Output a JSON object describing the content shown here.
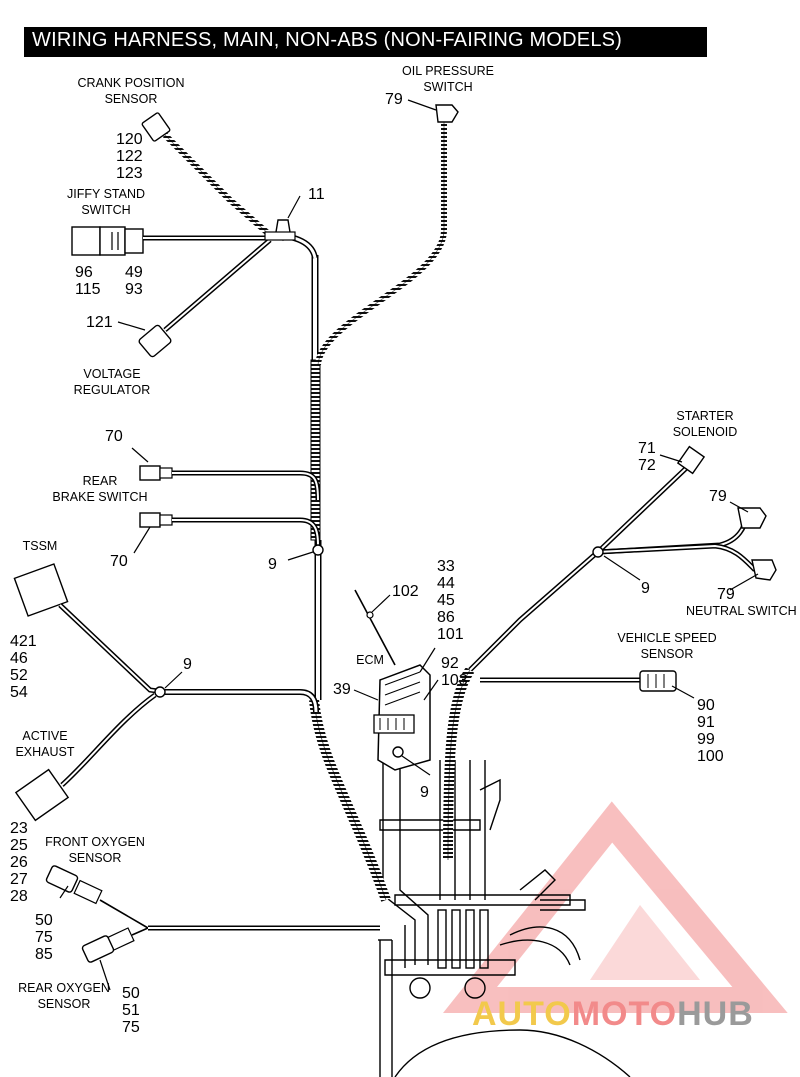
{
  "title": "WIRING HARNESS, MAIN, NON-ABS (NON-FAIRING MODELS)",
  "labels": {
    "crank_position_sensor": [
      "CRANK POSITION",
      "SENSOR"
    ],
    "oil_pressure_switch": [
      "OIL PRESSURE",
      "SWITCH"
    ],
    "jiffy_stand_switch": [
      "JIFFY STAND",
      "SWITCH"
    ],
    "voltage_regulator": [
      "VOLTAGE",
      "REGULATOR"
    ],
    "rear_brake_switch": [
      "REAR",
      "BRAKE SWITCH"
    ],
    "tssm": [
      "TSSM"
    ],
    "starter_solenoid": [
      "STARTER",
      "SOLENOID"
    ],
    "neutral_switch": [
      "NEUTRAL SWITCH"
    ],
    "vehicle_speed_sensor": [
      "VEHICLE SPEED",
      "SENSOR"
    ],
    "ecm": [
      "ECM"
    ],
    "active_exhaust": [
      "ACTIVE",
      "EXHAUST"
    ],
    "front_oxygen_sensor": [
      "FRONT OXYGEN",
      "SENSOR"
    ],
    "rear_oxygen_sensor": [
      "REAR OXYGEN",
      "SENSOR"
    ]
  },
  "callouts": {
    "crank": [
      "120",
      "122",
      "123"
    ],
    "oil_pressure": [
      "79"
    ],
    "clip_top": [
      "11"
    ],
    "jiffy_left": [
      "96",
      "115"
    ],
    "jiffy_right": [
      "49",
      "93"
    ],
    "voltage_reg": [
      "121"
    ],
    "rear_brake_top": [
      "70"
    ],
    "rear_brake_bottom": [
      "70"
    ],
    "clip_mid": [
      "9"
    ],
    "tssm": [
      "421",
      "46",
      "52",
      "54"
    ],
    "clip_lower": [
      "9"
    ],
    "ecm_top": [
      "33",
      "44",
      "45",
      "86",
      "101"
    ],
    "ecm_ground": [
      "102"
    ],
    "ecm_right": [
      "92",
      "103"
    ],
    "ecm_left": [
      "39"
    ],
    "ecm_clip": [
      "9"
    ],
    "starter": [
      "71",
      "72"
    ],
    "oil_right": [
      "79"
    ],
    "clip_right": [
      "9"
    ],
    "neutral": [
      "79"
    ],
    "speed_sensor": [
      "90",
      "91",
      "99",
      "100"
    ],
    "active_exhaust": [
      "23",
      "25",
      "26",
      "27",
      "28"
    ],
    "front_o2": [
      "50",
      "75",
      "85"
    ],
    "rear_o2": [
      "50",
      "51",
      "75"
    ]
  },
  "watermark": {
    "part1": "AUTO",
    "part2": "MOTO",
    "part3": "HUB",
    "color1": "#f2c94c",
    "color2": "#f28a8a",
    "color3": "#9a9a9a",
    "logo_color": "#f28a8a"
  }
}
